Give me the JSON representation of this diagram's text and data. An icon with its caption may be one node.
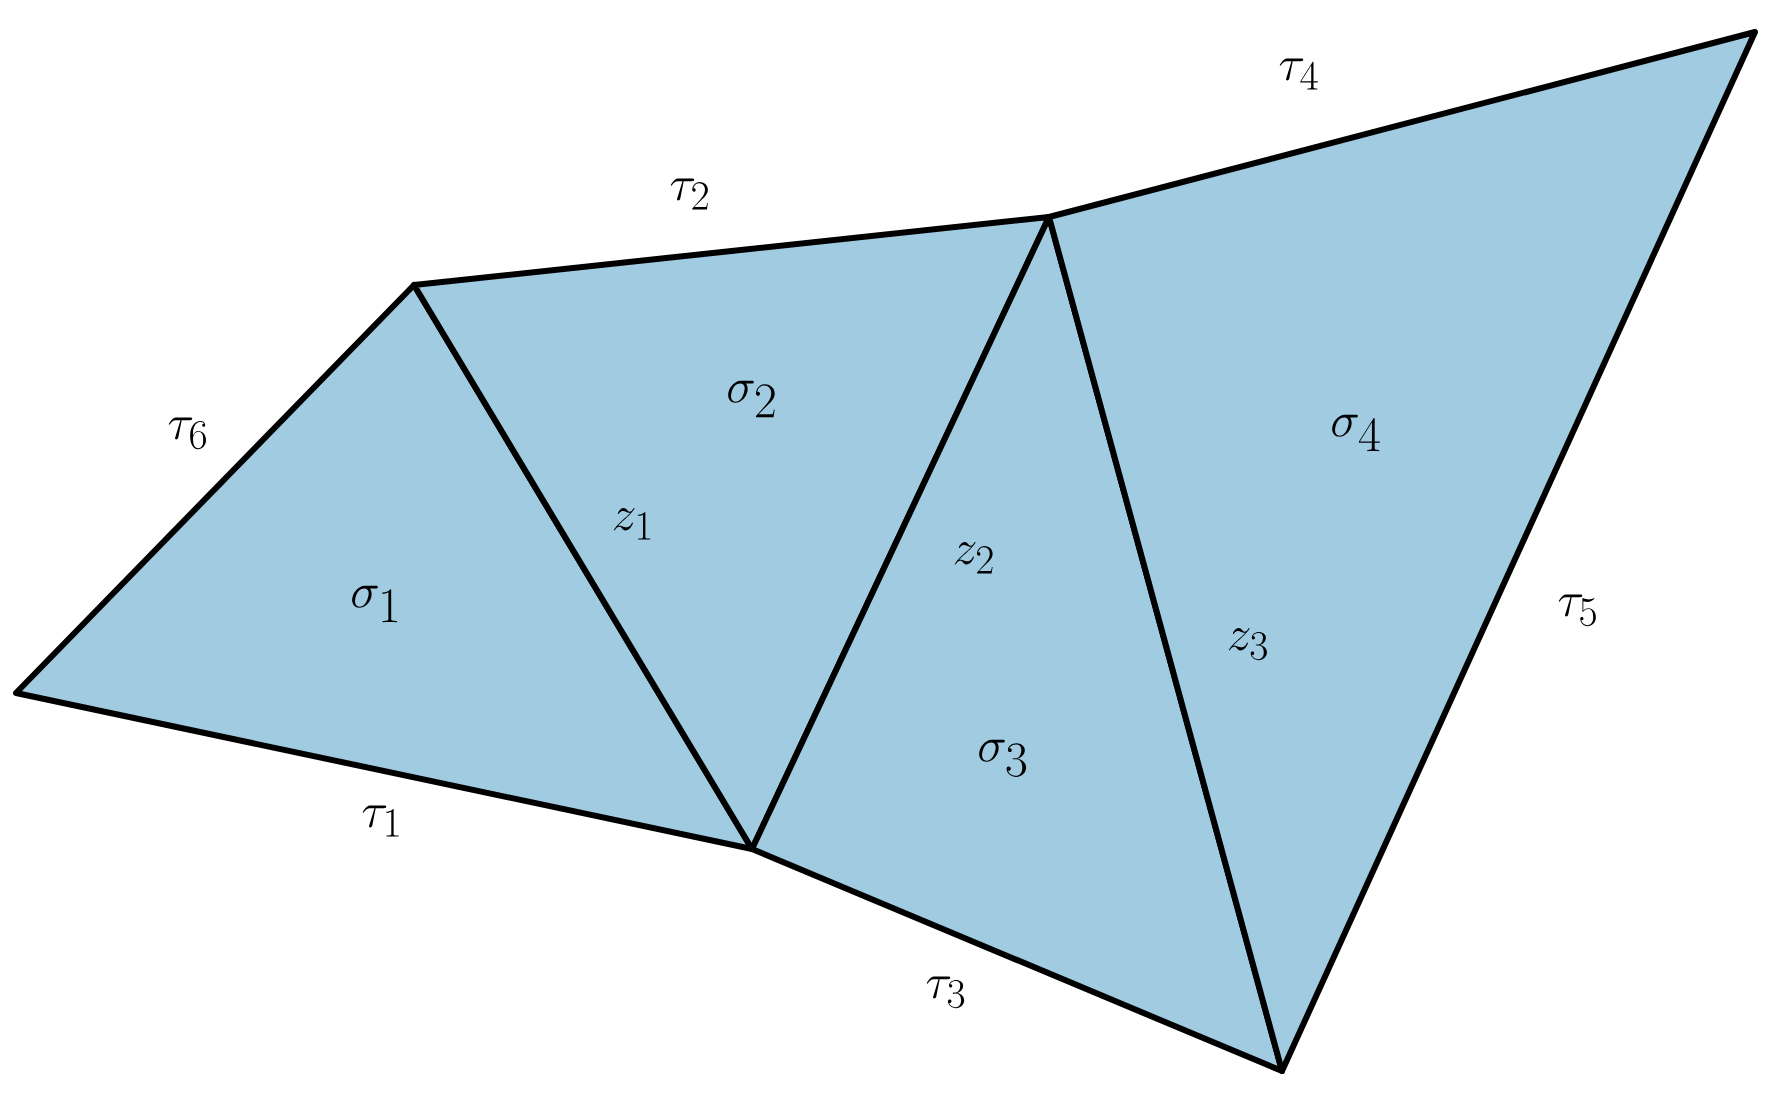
{
  "diagram": {
    "nodes": [
      {
        "text": [
          "\\sigma_1"
        ]
      },
      {
        "text": [
          "\\sigma_2"
        ]
      },
      {
        "text": [
          "\\sigma_3"
        ]
      },
      {
        "text": [
          "\\sigma_4"
        ]
      }
    ],
    "labels": [
      "\\tau_4",
      "\\tau_2",
      "\\tau_6",
      "z_1",
      "z_2",
      "\\tau_5",
      "z_3",
      "\\tau_1",
      "\\tau_3"
    ]
  }
}
